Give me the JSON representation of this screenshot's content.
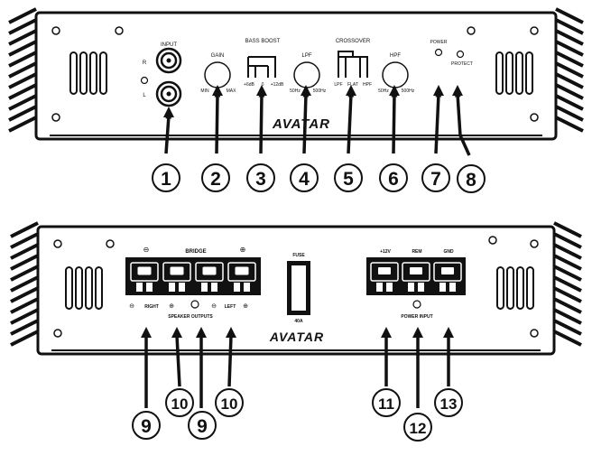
{
  "front_panel": {
    "input_label": "INPUT",
    "input_r": "R",
    "input_l": "L",
    "gain_label": "GAIN",
    "gain_min": "MIN",
    "gain_max": "MAX",
    "bass_boost_label": "BASS BOOST",
    "bass_boost_options": [
      "+6dB",
      "0",
      "+12dB"
    ],
    "lpf_label": "LPF",
    "lpf_min": "50Hz",
    "lpf_max": "500Hz",
    "crossover_label": "CROSSOVER",
    "crossover_options": [
      "LPF",
      "FLAT",
      "HPF"
    ],
    "hpf_label": "HPF",
    "hpf_min": "50Hz",
    "hpf_max": "500Hz",
    "power_label": "POWER",
    "protect_label": "PROTECT",
    "brand": "AVATAR"
  },
  "rear_panel": {
    "minus_symbol": "⊖",
    "plus_symbol": "⊕",
    "bridge_label": "BRIDGE",
    "right_label": "RIGHT",
    "left_label": "LEFT",
    "speaker_outputs_label": "SPEAKER OUTPUTS",
    "fuse_label": "FUSE",
    "fuse_rating": "40A",
    "power_terminals": [
      "+12V",
      "REM",
      "GND"
    ],
    "power_input_label": "POWER INPUT",
    "brand": "AVATAR"
  },
  "callouts": [
    "1",
    "2",
    "3",
    "4",
    "5",
    "6",
    "7",
    "8",
    "9",
    "10",
    "9",
    "10",
    "11",
    "12",
    "13"
  ]
}
